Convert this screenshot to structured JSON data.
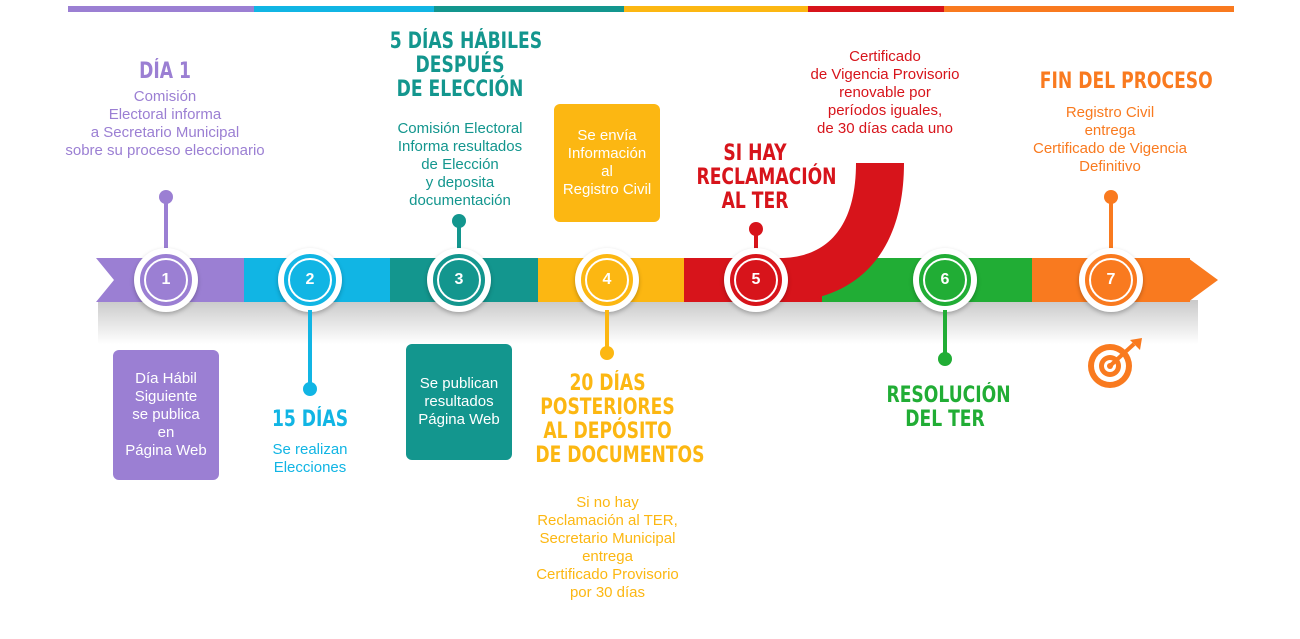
{
  "colors": {
    "purple": "#9b7fd3",
    "cyan": "#11b5e4",
    "teal": "#13968e",
    "yellow": "#fcb712",
    "red": "#d7141b",
    "green": "#21ad35",
    "orange": "#f97a1f"
  },
  "steps": [
    {
      "num": "1",
      "heading": "DÍA 1",
      "lines": [
        "Comisión",
        "Electoral informa",
        "a Secretario Municipal",
        "sobre su proceso eleccionario"
      ],
      "box_lines": [
        "Día Hábil",
        "Siguiente",
        "se publica",
        "en",
        "Página Web"
      ]
    },
    {
      "num": "2",
      "heading": "15 DÍAS",
      "lines": [
        "Se realizan",
        "Elecciones"
      ]
    },
    {
      "num": "3",
      "heading_lines": [
        "5 DÍAS HÁBILES",
        "DESPUÉS",
        "DE ELECCIÓN"
      ],
      "lines": [
        "Comisión Electoral",
        "Informa resultados",
        "de Elección",
        "y deposita",
        "documentación"
      ],
      "box_lines": [
        "Se publican",
        "resultados",
        "Página Web"
      ]
    },
    {
      "num": "4",
      "box_lines": [
        "Se envía",
        "Información",
        "al",
        "Registro Civil"
      ],
      "heading_lines": [
        "20 DÍAS",
        "POSTERIORES",
        "AL DEPÓSITO",
        "DE DOCUMENTOS"
      ],
      "lines": [
        "Si no hay",
        "Reclamación al TER,",
        "Secretario Municipal",
        "entrega",
        "Certificado Provisorio",
        "por 30 días"
      ]
    },
    {
      "num": "5",
      "heading_lines": [
        "SI HAY",
        "RECLAMACIÓN",
        "AL TER"
      ],
      "lines": [
        "Certificado",
        "de Vigencia Provisorio",
        "renovable por",
        "períodos iguales,",
        "de 30 días cada uno"
      ]
    },
    {
      "num": "6",
      "heading_lines": [
        "RESOLUCIÓN",
        "DEL TER"
      ]
    },
    {
      "num": "7",
      "heading": "FIN DEL PROCESO",
      "lines": [
        "Registro Civil",
        "entrega",
        "Certificado de Vigencia",
        "Definitivo"
      ],
      "icon": "target-icon"
    }
  ]
}
